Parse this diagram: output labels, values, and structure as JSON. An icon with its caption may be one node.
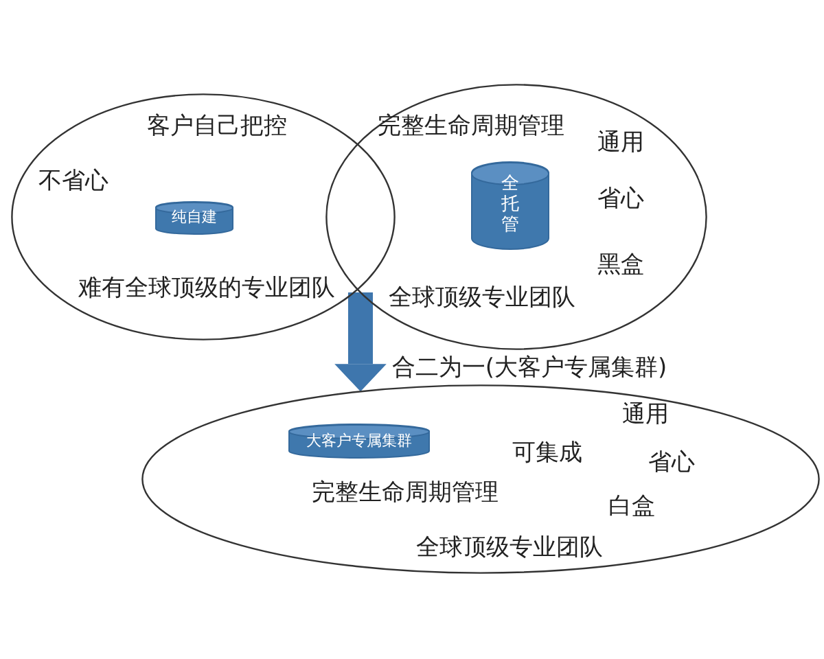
{
  "diagram": {
    "nodes": [
      {
        "text": [
          "客户自己把控",
          "不省心",
          "难有全球顶级的专业团队"
        ]
      },
      {
        "text": [
          "纯自建"
        ],
        "in": 0
      },
      {
        "text": [
          "完整生命周期管理",
          "通用",
          "省心",
          "黑盒",
          "全球顶级专业团队"
        ]
      },
      {
        "text": [
          "全托管"
        ],
        "in": 2
      },
      {
        "text": [
          "通用",
          "可集成",
          "省心",
          "完整生命周期管理",
          "白盒",
          "全球顶级专业团队"
        ]
      },
      {
        "text": [
          "大客户专属集群"
        ],
        "in": 4
      }
    ],
    "edges": [
      {
        "from": 0,
        "to": 4,
        "arrow": "to",
        "label": "合二为一(大客户专属集群)"
      },
      {
        "from": 2,
        "to": 4,
        "arrow": "to"
      }
    ]
  }
}
